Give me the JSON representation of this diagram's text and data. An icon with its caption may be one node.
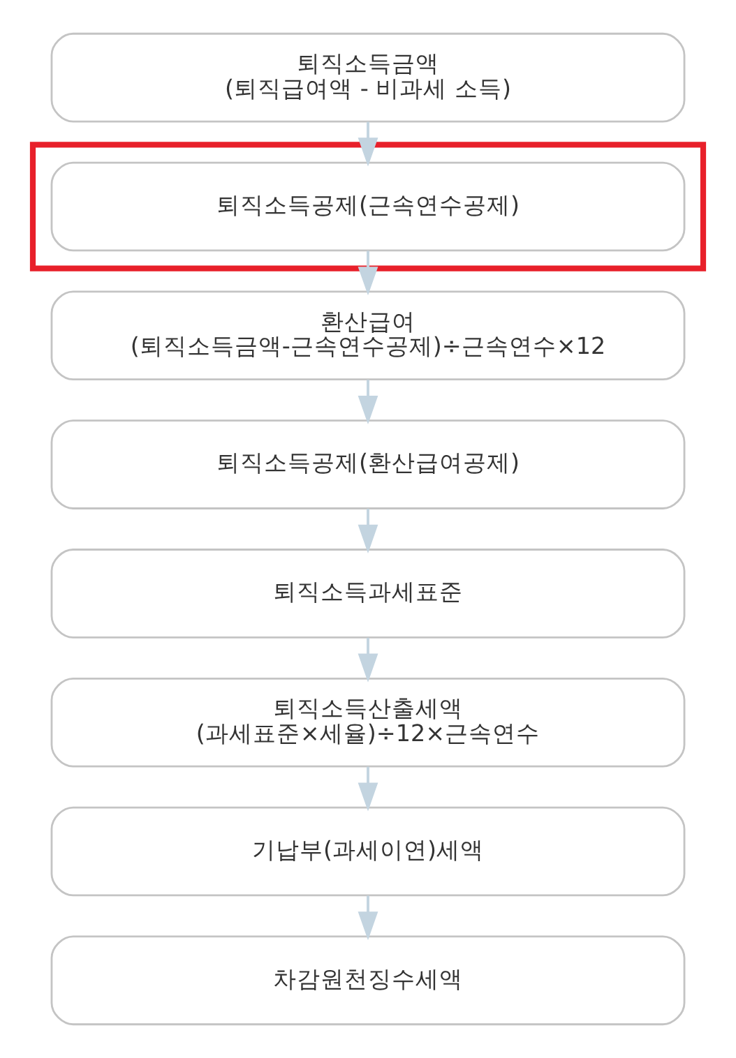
{
  "diagram": {
    "nodes": [
      {
        "text": [
          "퇴직소득금액",
          "(퇴직급여액 - 비과세 소득)"
        ]
      },
      {
        "text": [],
        "shape": "box"
      },
      {
        "text": [
          "퇴직소득공제(근속연수공제)"
        ],
        "in": 1
      },
      {
        "text": [
          "환산급여",
          "(퇴직소득금액-근속연수공제)÷근속연수×12"
        ]
      },
      {
        "text": [
          "퇴직소득공제(환산급여공제)"
        ]
      },
      {
        "text": [
          "퇴직소득과세표준"
        ]
      },
      {
        "text": [
          "퇴직소득산출세액",
          "(과세표준×세율)÷12×근속연수"
        ]
      },
      {
        "text": [
          "기납부(과세이연)세액"
        ]
      },
      {
        "text": [
          "차감원천징수세액"
        ]
      }
    ],
    "edges": [
      {
        "from": 0,
        "to": 2,
        "arrow": "to"
      },
      {
        "from": 2,
        "to": 3,
        "arrow": "to"
      },
      {
        "from": 3,
        "to": 4,
        "arrow": "to"
      },
      {
        "from": 4,
        "to": 5,
        "arrow": "to"
      },
      {
        "from": 5,
        "to": 6,
        "arrow": "to"
      },
      {
        "from": 6,
        "to": 7,
        "arrow": "to"
      },
      {
        "from": 7,
        "to": 8,
        "arrow": "to"
      }
    ]
  }
}
